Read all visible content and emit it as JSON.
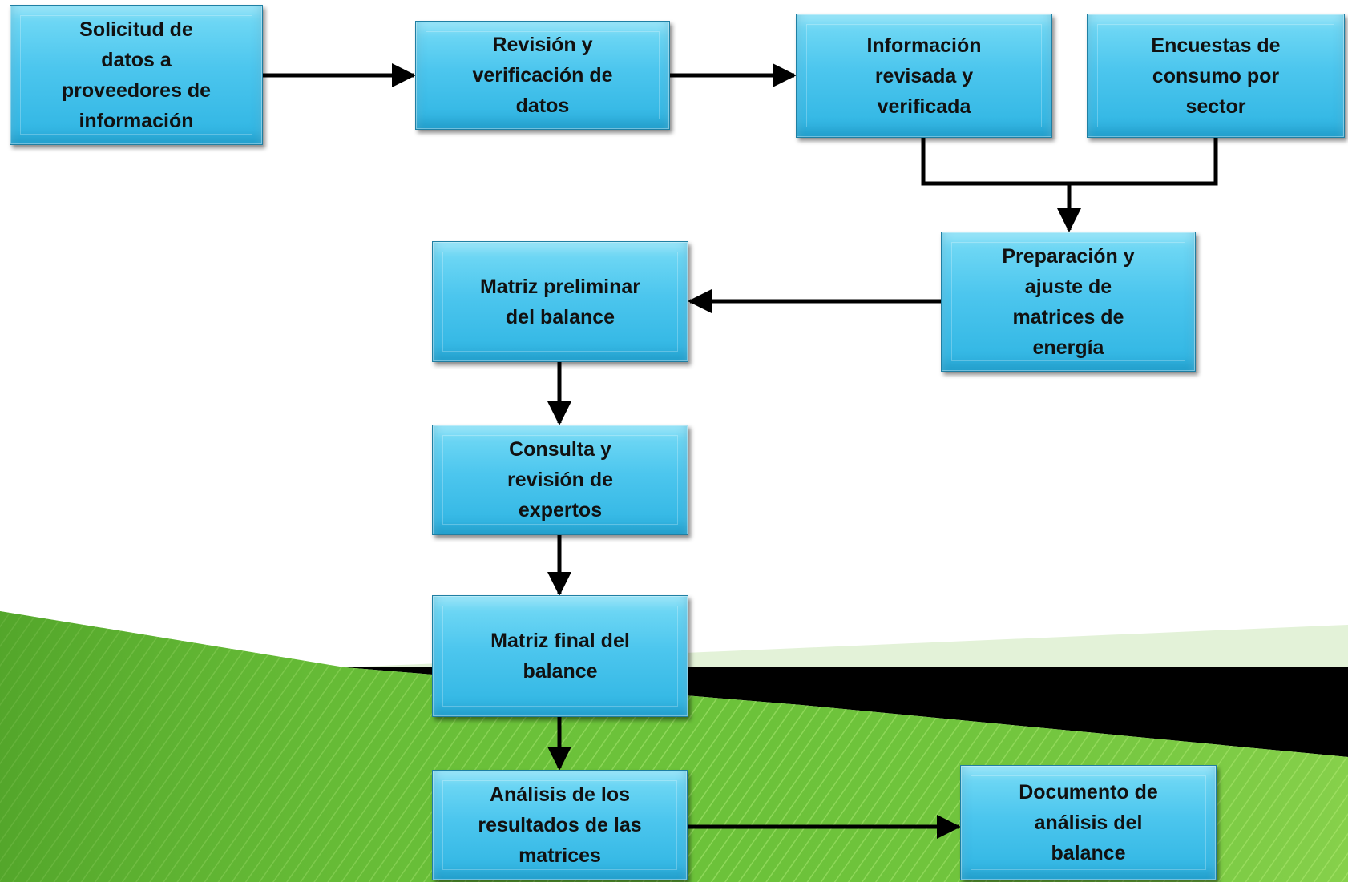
{
  "colors": {
    "box_fill": "#4cc6ee",
    "box_border": "#1f7fa3",
    "arrow": "#000000",
    "band_green": "#6cc23a",
    "band_black": "#000000",
    "band_light": "#e3f2d8"
  },
  "nodes": {
    "solicitud": "Solicitud  de\ndatos  a\nproveedores de\ninformación",
    "revision": "Revisión y\nverificación de\ndatos",
    "info_revisada": "Información\nrevisada y\nverificada",
    "encuestas": "Encuestas de\nconsumo por\nsector",
    "preparacion": "Preparación y\najuste de\nmatrices de\nenergía",
    "matriz_preliminar": "Matriz preliminar\ndel balance",
    "consulta": "Consulta y\nrevisión de\nexpertos",
    "matriz_final": "Matriz  final del\nbalance",
    "analisis": "Análisis de los\nresultados de las\nmatrices",
    "documento": "Documento de\nanálisis del\nbalance"
  }
}
